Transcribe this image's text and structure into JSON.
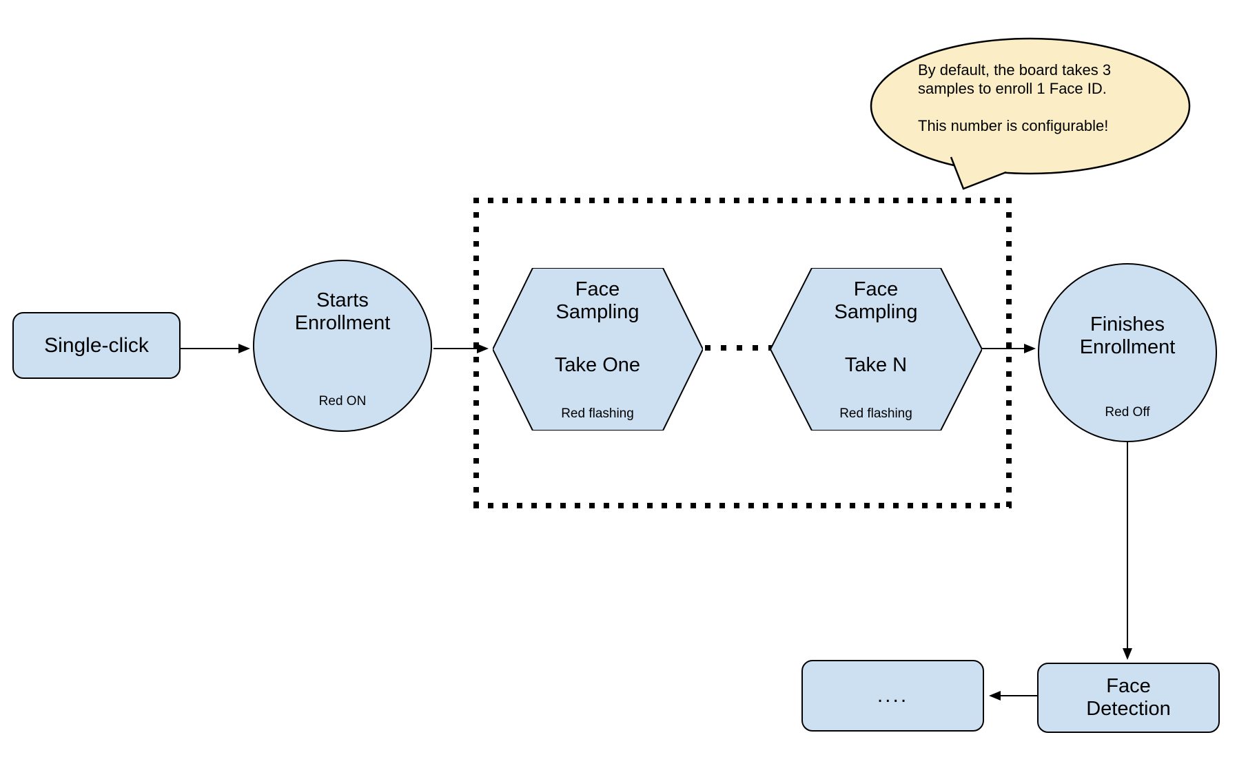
{
  "diagram": {
    "colors": {
      "node_fill": "#CDE0F2",
      "node_stroke": "#000000",
      "callout_fill": "#FBEEC7",
      "background": "#FFFFFF"
    },
    "nodes": {
      "single_click": {
        "label": "Single-click"
      },
      "starts_enrollment": {
        "title": "Starts Enrollment",
        "note": "Red ON"
      },
      "face_sampling_take_one": {
        "title": "Face Sampling",
        "action": "Take One",
        "note": "Red flashing"
      },
      "face_sampling_take_n": {
        "title": "Face Sampling",
        "action": "Take N",
        "note": "Red flashing"
      },
      "finishes_enrollment": {
        "title": "Finishes Enrollment",
        "note": "Red Off"
      },
      "face_detection": {
        "label": "Face Detection"
      },
      "continuation": {
        "label": "...."
      }
    },
    "callout": {
      "text1": "By default, the board takes 3 samples to enroll 1 Face ID.",
      "text2": "This number is configurable!"
    }
  }
}
